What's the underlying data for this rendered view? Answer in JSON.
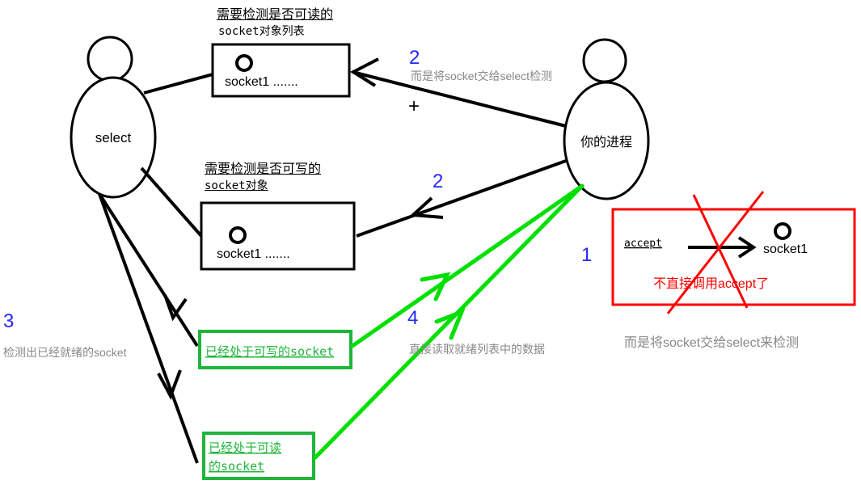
{
  "actors": {
    "select": "select",
    "process": "你的进程"
  },
  "boxes": {
    "readable": {
      "title": "需要检测是否可读的",
      "subtitle": "socket对象列表",
      "content": "socket1 ......."
    },
    "writable": {
      "title": "需要检测是否可写的",
      "subtitle": "socket对象",
      "content": "socket1 ......."
    },
    "ready_write": {
      "line1": "已经处于可写的socket"
    },
    "ready_read": {
      "line1": "已经处于可读",
      "line2": "的socket"
    }
  },
  "steps": {
    "step1": "1",
    "step2a": "2",
    "step2b": "2",
    "step3": "3",
    "step4": "4"
  },
  "notes": {
    "hand_to_select": "而是将socket交给select检测",
    "detect_ready": "检测出已经就绪的socket",
    "read_ready_list": "直接读取就绪列表中的数据",
    "hand_to_select_2": "而是将socket交给select来检测",
    "plus": "+"
  },
  "rejected": {
    "accept_label": "accept",
    "socket_label": "socket1",
    "no_accept": "不直接调用accept了"
  },
  "colors": {
    "black": "#000000",
    "green": "#00e000",
    "box_green": "#1fb53a",
    "red": "#ff0000",
    "blue": "#2626ff",
    "gray": "#888888"
  }
}
